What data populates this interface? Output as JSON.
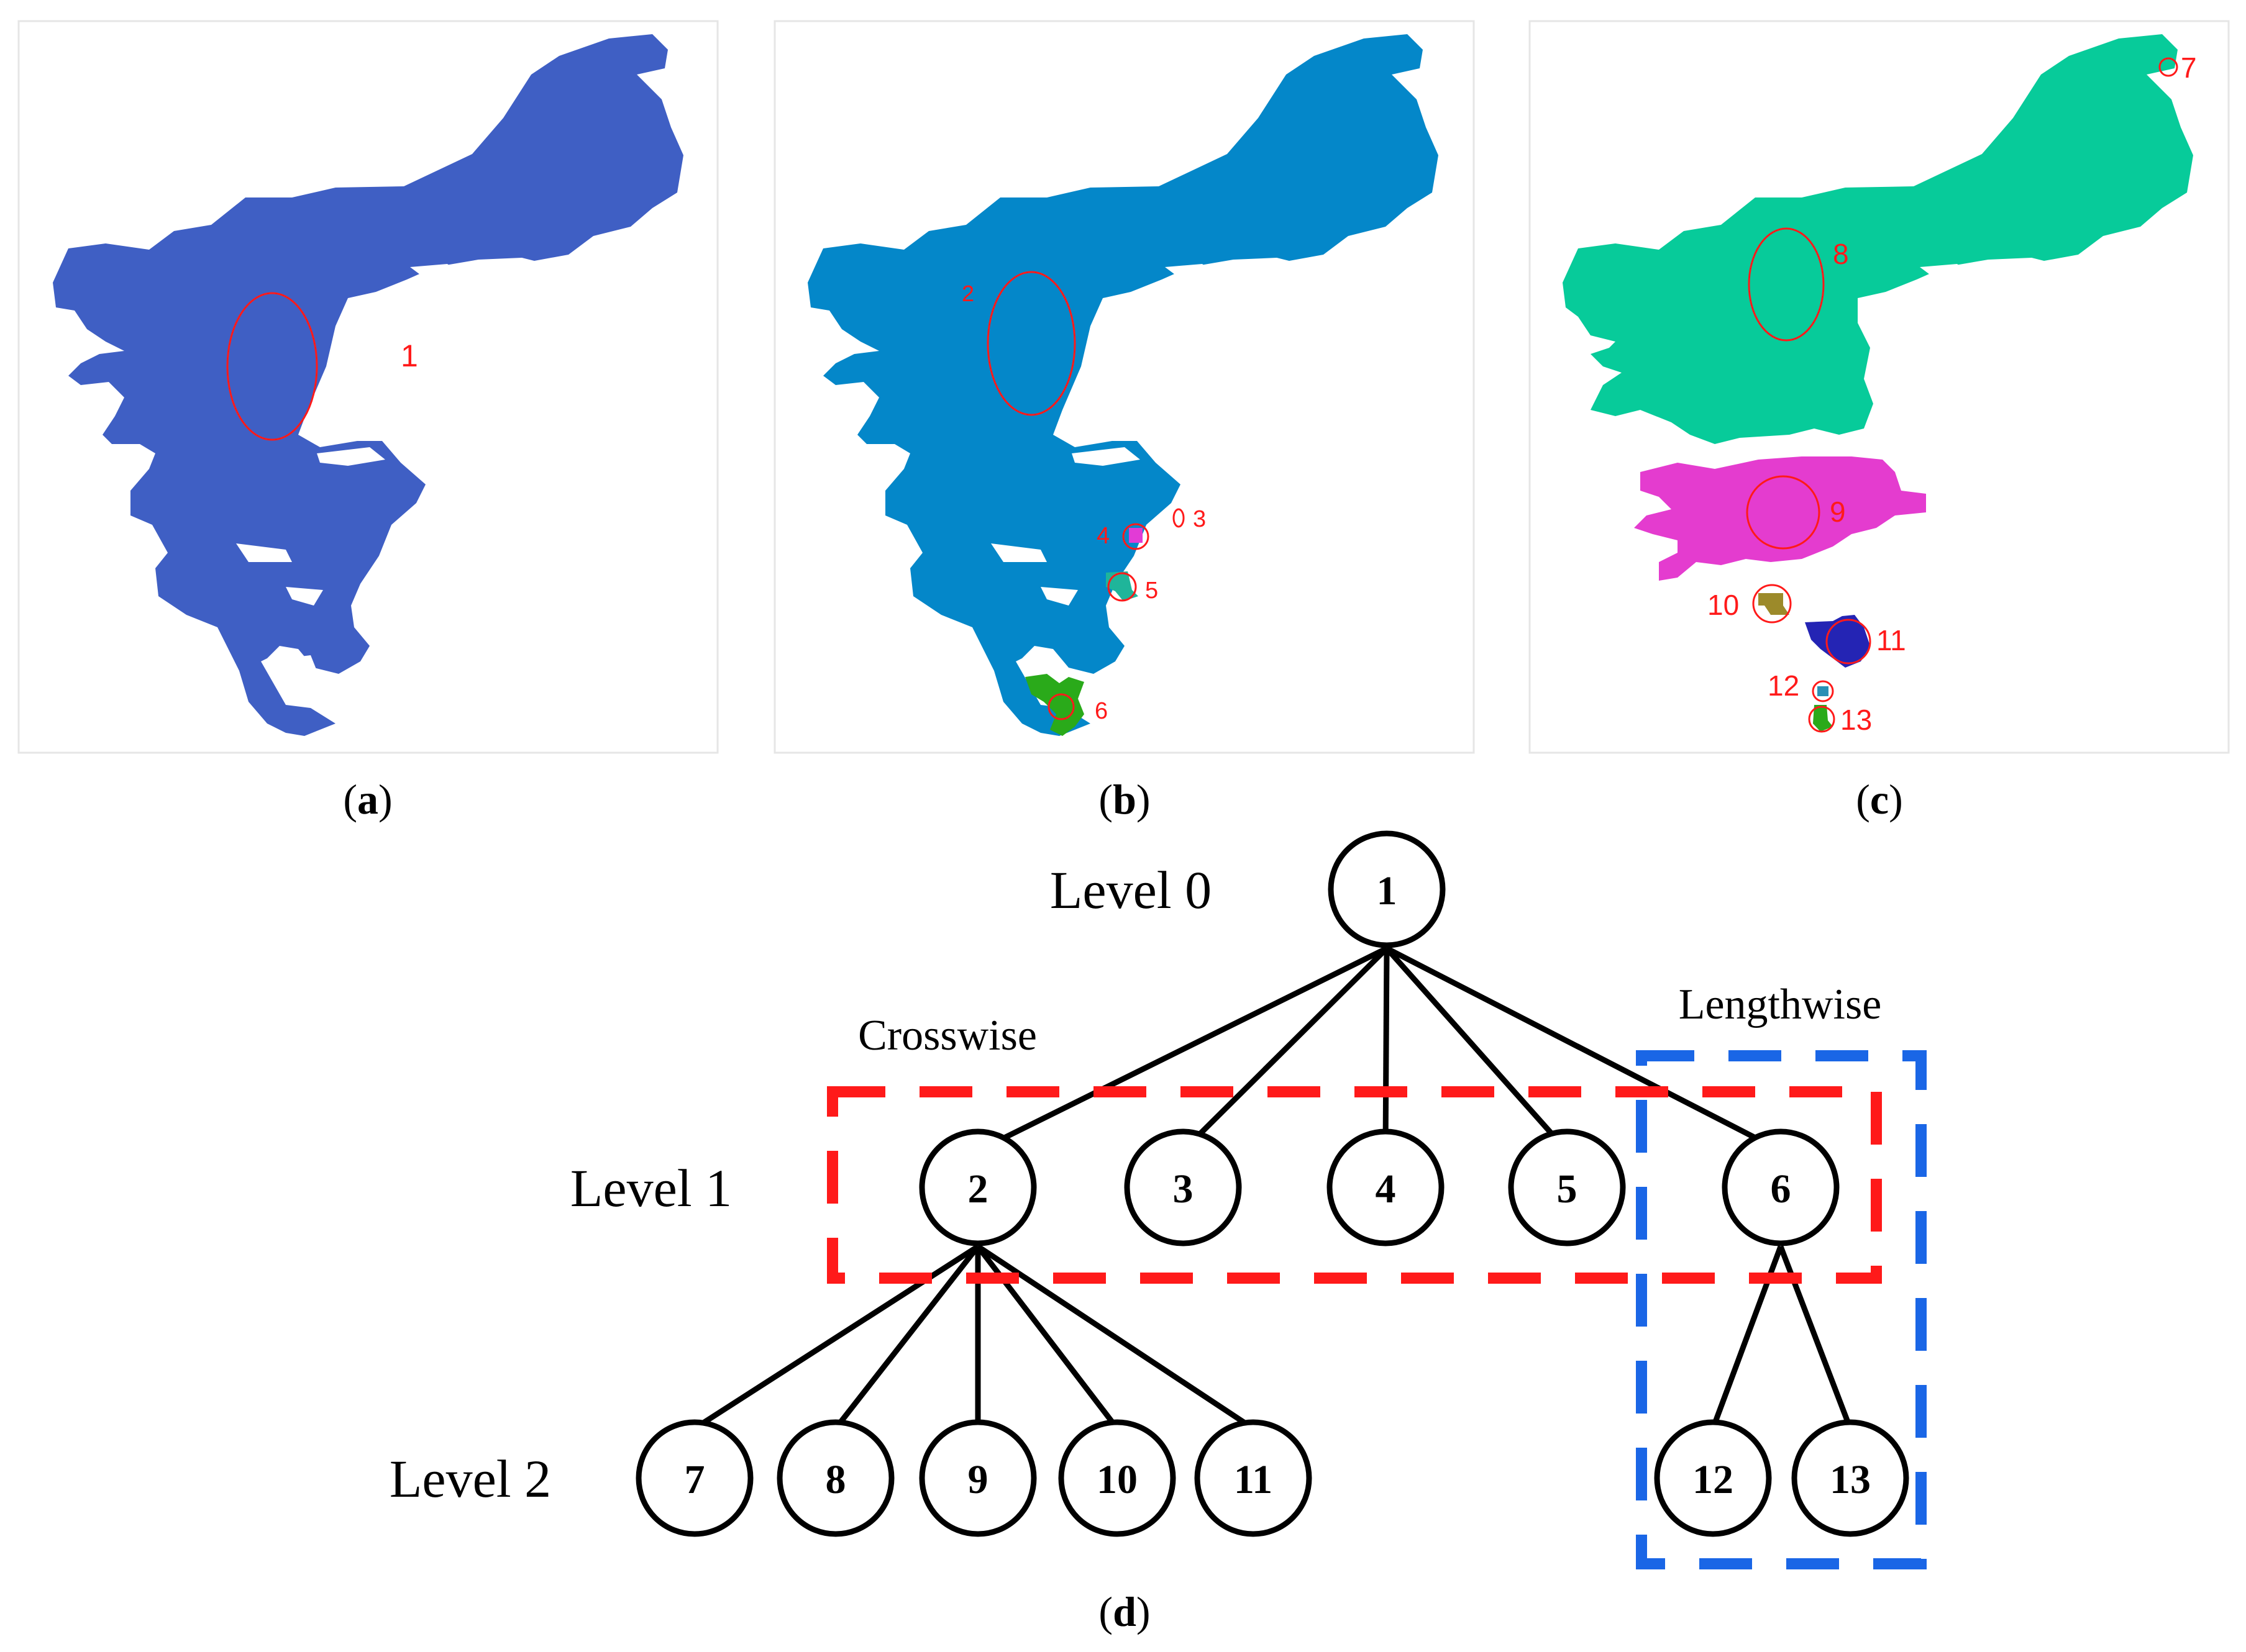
{
  "panels": {
    "a": {
      "caption": "a",
      "region_labels": [
        "1"
      ],
      "colors": {
        "region": "#3F5FC4"
      }
    },
    "b": {
      "caption": "b",
      "region_labels": [
        "2",
        "3",
        "4",
        "5",
        "6"
      ],
      "colors": {
        "main": "#0487C9",
        "small_4": "#E23BD6",
        "small_5": "#1FB59A",
        "small_6": "#2AAA1A"
      }
    },
    "c": {
      "caption": "c",
      "region_labels": [
        "7",
        "8",
        "9",
        "10",
        "11",
        "12",
        "13"
      ],
      "colors": {
        "region_8": "#07CB9A",
        "region_9": "#E43CCF",
        "region_10": "#9C8A2A",
        "region_11": "#2424B4",
        "region_12": "#2A8FB5",
        "region_13": "#2AAA1A"
      }
    },
    "d": {
      "caption": "d"
    }
  },
  "tree": {
    "levels": [
      "Level 0",
      "Level 1",
      "Level 2"
    ],
    "nodes": [
      "1",
      "2",
      "3",
      "4",
      "5",
      "6",
      "7",
      "8",
      "9",
      "10",
      "11",
      "12",
      "13"
    ],
    "edges": [
      [
        "1",
        "2"
      ],
      [
        "1",
        "3"
      ],
      [
        "1",
        "4"
      ],
      [
        "1",
        "5"
      ],
      [
        "1",
        "6"
      ],
      [
        "2",
        "7"
      ],
      [
        "2",
        "8"
      ],
      [
        "2",
        "9"
      ],
      [
        "2",
        "10"
      ],
      [
        "2",
        "11"
      ],
      [
        "6",
        "12"
      ],
      [
        "6",
        "13"
      ]
    ],
    "groups": {
      "crosswise": {
        "label": "Crosswise",
        "color": "#FF1A1A"
      },
      "lengthwise": {
        "label": "Lengthwise",
        "color": "#1A66E6"
      }
    }
  },
  "colors": {
    "annotation_red": "#FF1A1A",
    "panel_border": "#E6E6E6",
    "stroke": "#000000"
  }
}
